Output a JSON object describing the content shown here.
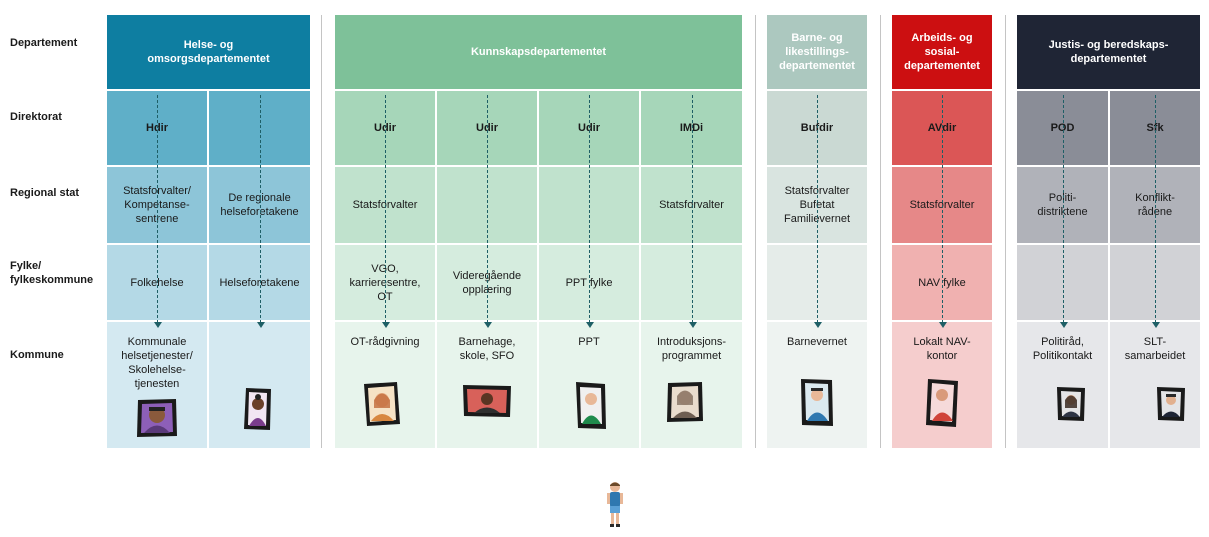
{
  "rows": {
    "departement": "Departement",
    "direktorat": "Direktorat",
    "regional": "Regional stat",
    "fylke": "Fylke/\nfylkeskommune",
    "kommune": "Kommune"
  },
  "departments": {
    "helse": "Helse- og\nomsorgsdepartementet",
    "kunnskap": "Kunnskapsdepartementet",
    "barne": "Barne- og\nlikestillings-\ndepartementet",
    "arbeid": "Arbeids- og\nsosial-\ndepartementet",
    "justis": "Justis- og beredskaps-\ndepartementet"
  },
  "columns": {
    "c1": {
      "dir": "Hdir",
      "regional": "Statsforvalter/\nKompetanse-\nsentrene",
      "fylke": "Folkehelse",
      "kommune": "Kommunale\nhelsetjenester/\nSkolehelse-\ntjenesten"
    },
    "c2": {
      "dir": "",
      "regional": "De regionale\nhelseforetakene",
      "fylke": "Helseforetakene",
      "kommune": ""
    },
    "c3": {
      "dir": "Udir",
      "regional": "Statsforvalter",
      "fylke": "VGO,\nkarrieresentre,\nOT",
      "kommune": "OT-rådgivning"
    },
    "c4": {
      "dir": "Udir",
      "regional": "",
      "fylke": "Videregående\nopplæring",
      "kommune": "Barnehage,\nskole, SFO"
    },
    "c5": {
      "dir": "Udir",
      "regional": "",
      "fylke": "PPT fylke",
      "kommune": "PPT"
    },
    "c6": {
      "dir": "IMDi",
      "regional": "Statsforvalter",
      "fylke": "",
      "kommune": "Introduksjons-\nprogrammet"
    },
    "c7": {
      "dir": "Bufdir",
      "regional": "Statsforvalter\nBufetat\nFamilievernet",
      "fylke": "",
      "kommune": "Barnevernet"
    },
    "c8": {
      "dir": "AVdir",
      "regional": "Statsforvalter",
      "fylke": "NAV fylke",
      "kommune": "Lokalt NAV-\nkontor"
    },
    "c9": {
      "dir": "POD",
      "regional": "Politi-\ndistriktene",
      "fylke": "",
      "kommune": "Politiråd,\nPolitikontakt"
    },
    "c10": {
      "dir": "Sfk",
      "regional": "Konflikt-\nrådene",
      "fylke": "",
      "kommune": "SLT-\nsamarbeidet"
    }
  },
  "colors": {
    "helse": [
      "#0e7ea1",
      "#5fafc8",
      "#8dc5d8",
      "#b4d9e6",
      "#d4e9f1"
    ],
    "kunnskap": [
      "#7ec199",
      "#a6d6b9",
      "#c0e2cd",
      "#d5ecde",
      "#e7f4ec"
    ],
    "barne": [
      "#acc8bf",
      "#cad9d3",
      "#d9e4e0",
      "#e5ece9",
      "#eef3f1"
    ],
    "arbeid": [
      "#cc0f11",
      "#db5656",
      "#e68888",
      "#f0b1b0",
      "#f5cdcd"
    ],
    "justis": [
      "#1f2535",
      "#8a8d97",
      "#b0b2b9",
      "#d1d2d6",
      "#e6e7ea"
    ],
    "arrow": "#1e5f66"
  },
  "icons": [
    "person-portrait-icon",
    "child-figure-icon"
  ]
}
